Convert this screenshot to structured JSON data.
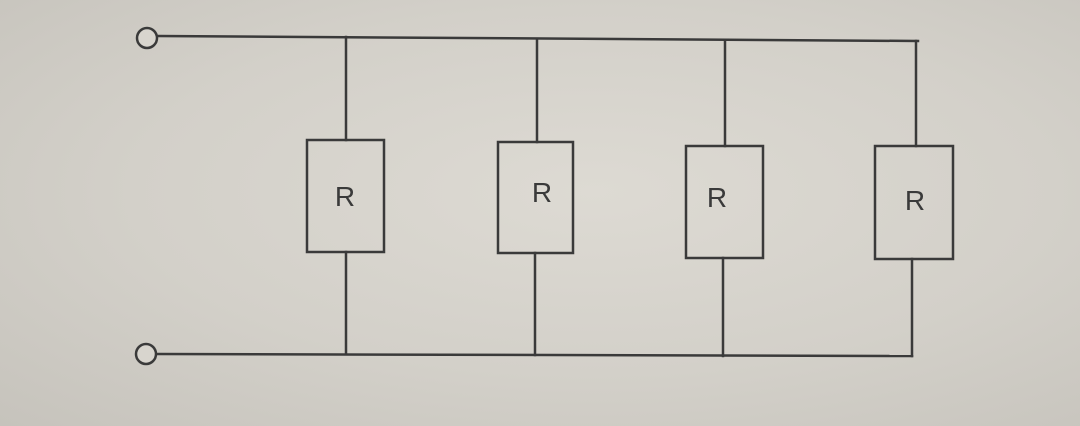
{
  "resistors": [
    {
      "label": "R"
    },
    {
      "label": "R"
    },
    {
      "label": "R"
    },
    {
      "label": "R"
    }
  ]
}
